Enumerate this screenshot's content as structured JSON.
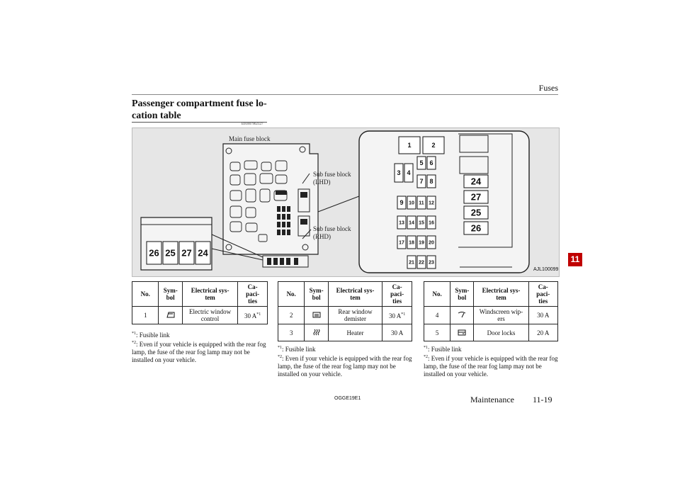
{
  "header": {
    "section": "Fuses"
  },
  "title": "Passenger compartment fuse lo-\ncation table",
  "doc_code": "E01007902127",
  "figure": {
    "main_label": "Main fuse block",
    "sub_lhd": "Sub fuse block\n(LHD)",
    "sub_rhd": "Sub fuse block\n(RHD)",
    "fig_code": "AJL100099",
    "left_fuses": [
      "26",
      "25",
      "27",
      "24"
    ],
    "right_fuses": [
      "24",
      "27",
      "25",
      "26"
    ],
    "grid": [
      "1",
      "2",
      "3",
      "4",
      "5",
      "6",
      "7",
      "8",
      "9",
      "10",
      "11",
      "12",
      "13",
      "14",
      "15",
      "16",
      "17",
      "18",
      "19",
      "20",
      "21",
      "22",
      "23"
    ]
  },
  "side_tab": "11",
  "table_headers": {
    "no": "No.",
    "sym": "Sym-\nbol",
    "sys": "Electrical sys-\ntem",
    "cap": "Ca-\npaci-\nties"
  },
  "tables": [
    {
      "rows": [
        {
          "no": "1",
          "sys": "Electric window\ncontrol",
          "cap": "30 A",
          "sup": "*1",
          "icon": "window-icon"
        }
      ]
    },
    {
      "rows": [
        {
          "no": "2",
          "sys": "Rear window\ndemister",
          "cap": "30 A",
          "sup": "*1",
          "icon": "demister-icon"
        },
        {
          "no": "3",
          "sys": "Heater",
          "cap": "30 A",
          "sup": "",
          "icon": "heater-icon"
        }
      ]
    },
    {
      "rows": [
        {
          "no": "4",
          "sys": "Windscreen wip-\ners",
          "cap": "30 A",
          "sup": "",
          "icon": "wiper-icon"
        },
        {
          "no": "5",
          "sys": "Door locks",
          "cap": "20 A",
          "sup": "",
          "icon": "door-lock-icon"
        }
      ]
    }
  ],
  "notes": {
    "n1_mark": "*1",
    "n1": ": Fusible link",
    "n2_mark": "*2",
    "n2": ": Even if your vehicle is equipped with the rear fog lamp, the fuse of the rear fog lamp may not be installed on your vehicle."
  },
  "footer": {
    "code": "OGGE19E1",
    "section": "Maintenance",
    "page": "11-19"
  }
}
